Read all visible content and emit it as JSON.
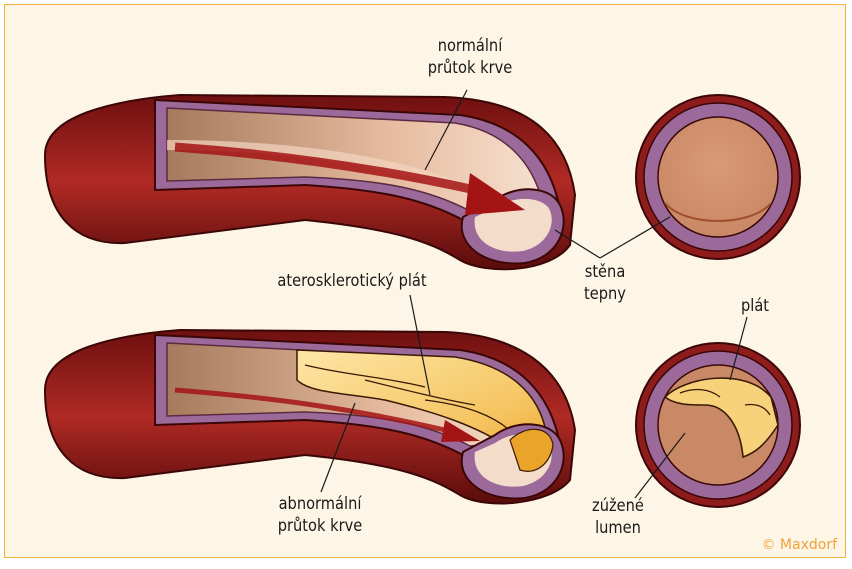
{
  "labels": {
    "normal_flow": {
      "line1": "normální",
      "line2": "průtok krve"
    },
    "artery_wall": {
      "line1": "stěna",
      "line2": "tepny"
    },
    "atherosclerotic_plaque": "aterosklerotický plát",
    "plaque": "plát",
    "abnormal_flow": {
      "line1": "abnormální",
      "line2": "průtok krve"
    },
    "narrowed_lumen": {
      "line1": "zúžené",
      "line2": "lumen"
    }
  },
  "copyright": "© Maxdorf",
  "colors": {
    "frame": "#f0b23a",
    "background": "#fdf6e6",
    "artery_outer": "#8e1c1c",
    "artery_wall": "#9c6a9a",
    "lumen": "#e6b89a",
    "blood_arrow": "#a51414",
    "plaque": "#f7d27a"
  }
}
